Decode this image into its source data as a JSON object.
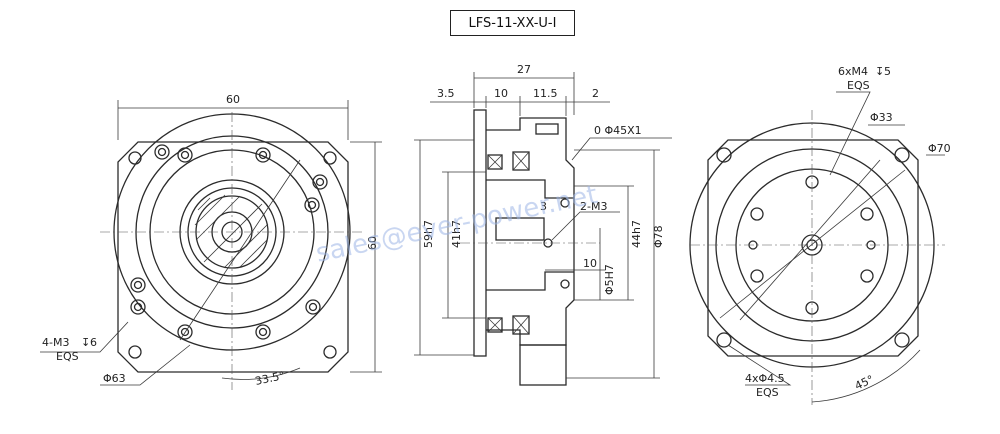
{
  "title": "LFS-11-XX-U-I",
  "watermark": "sales@ever-power.net",
  "front_view": {
    "dims": {
      "width": "60",
      "height": "60",
      "diameter": "Φ63",
      "angle": "33.5°",
      "holes_a": "4-M3",
      "holes_a_depth": "6",
      "holes_a_eqs": "EQS"
    }
  },
  "side_view": {
    "dims": {
      "overall": "27",
      "d1": "3.5",
      "d2": "10",
      "d3": "11.5",
      "d4": "2",
      "chamfer": "0 Φ45X1",
      "shaft_len": "3",
      "shaft_hole": "2-M3",
      "shaft_len2": "10",
      "h1": "59h7",
      "h2": "41h7",
      "h3": "44h7",
      "h4": "Φ78",
      "h5": "Φ5H7"
    }
  },
  "rear_view": {
    "dims": {
      "holes_b": "6xM4",
      "holes_b_depth": "5",
      "holes_b_eqs": "EQS",
      "d_pcd": "Φ33",
      "d_outer": "Φ70",
      "holes_c": "4xΦ4.5",
      "holes_c_eqs": "EQS",
      "angle": "45°"
    }
  },
  "colors": {
    "line": "#2b2b2b",
    "watermark": "#9db6e6",
    "background": "#ffffff"
  }
}
